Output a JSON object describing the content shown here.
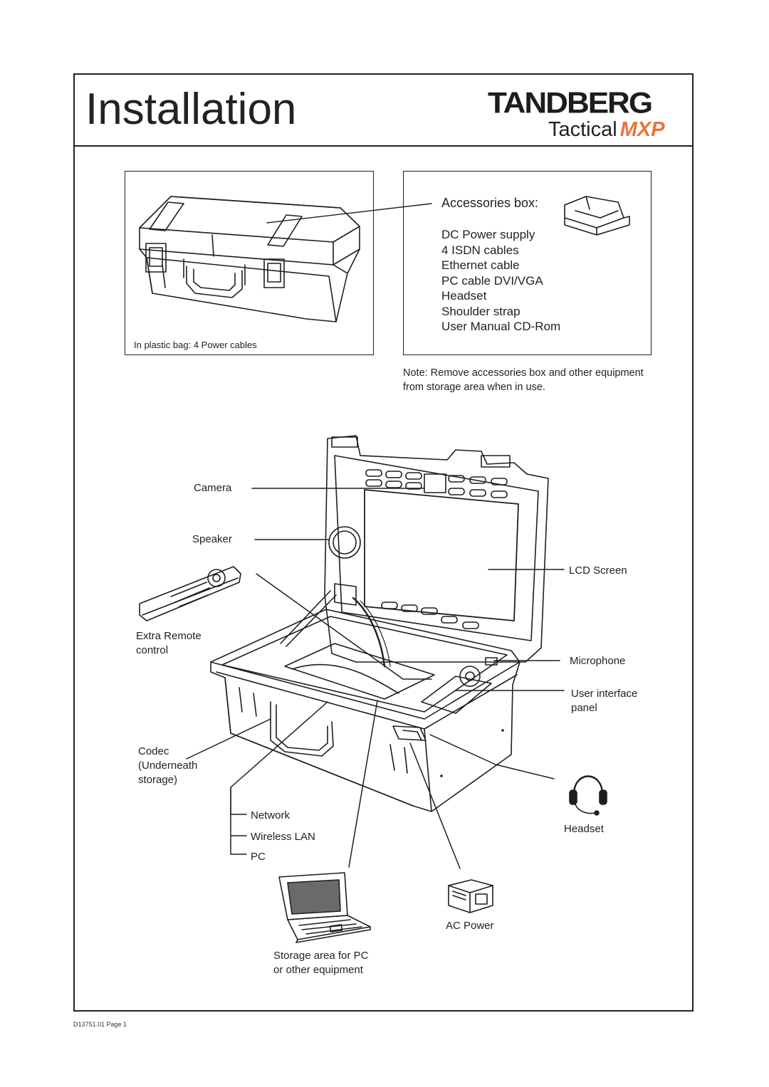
{
  "header": {
    "title": "Installation",
    "brand": "TANDBERG",
    "product": "Tactical",
    "product_suffix": "MXP"
  },
  "case_box": {
    "caption": "In plastic bag: 4 Power cables"
  },
  "accessories": {
    "title": "Accessories box:",
    "items": [
      "DC Power supply",
      "4 ISDN cables",
      "Ethernet cable",
      "PC cable DVI/VGA",
      "Headset",
      "Shoulder strap",
      "User Manual CD-Rom"
    ]
  },
  "note": "Note: Remove accessories box and other equipment from storage area when in use.",
  "callouts": {
    "camera": "Camera",
    "speaker": "Speaker",
    "lcd_screen": "LCD Screen",
    "extra_remote": "Extra Remote\ncontrol",
    "microphone": "Microphone",
    "user_interface": "User interface\npanel",
    "codec": "Codec\n(Underneath\nstorage)",
    "network": "Network",
    "wireless_lan": "Wireless LAN",
    "pc": "PC",
    "headset": "Headset",
    "ac_power": "AC Power",
    "storage_area": "Storage area for PC\nor other equipment"
  },
  "footer": "D13751.01 Page 1",
  "colors": {
    "accent": "#e8743a",
    "ink": "#222222"
  }
}
